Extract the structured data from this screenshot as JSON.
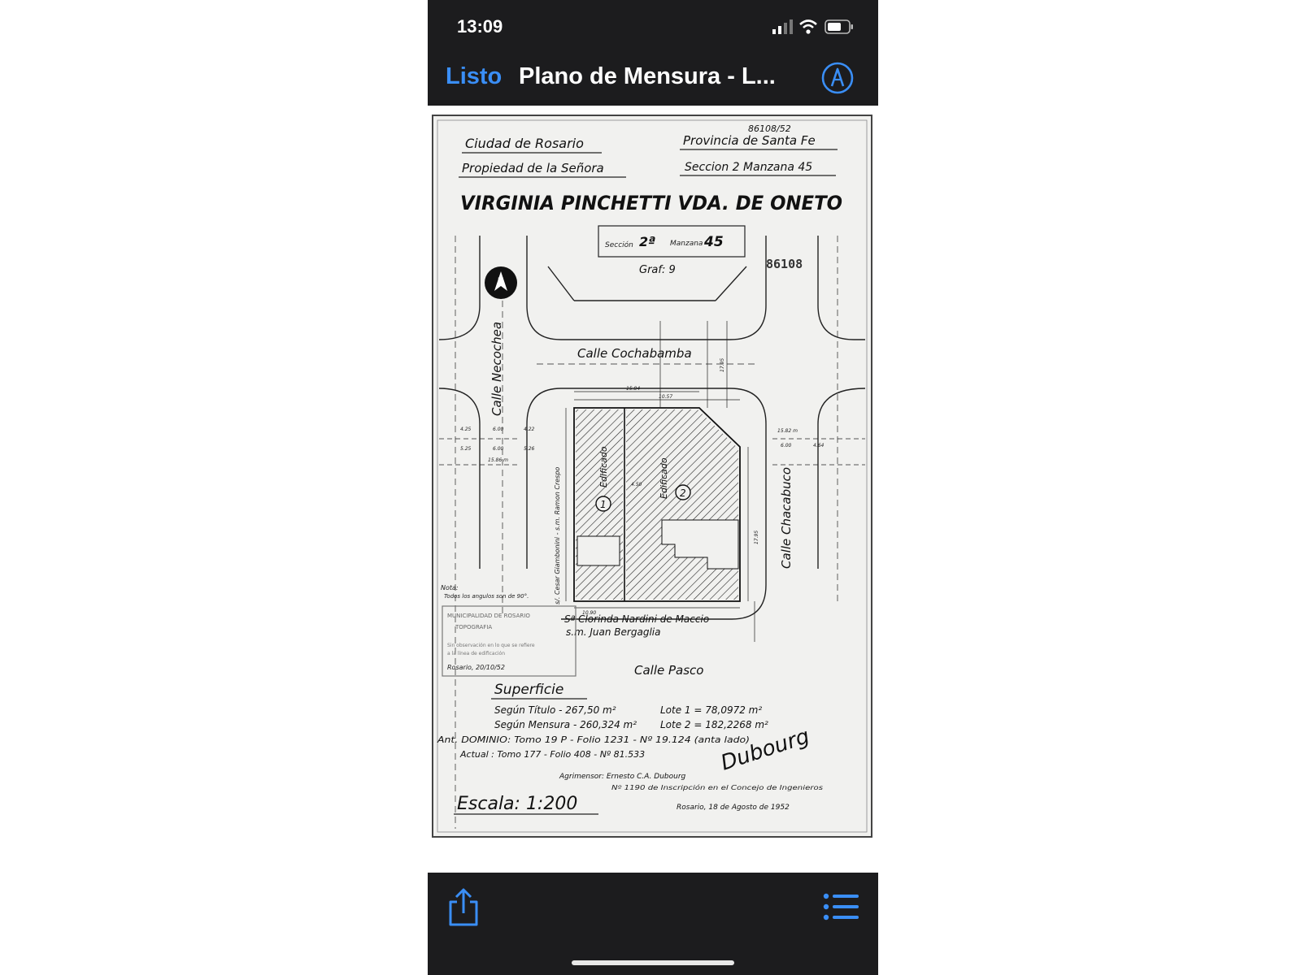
{
  "status": {
    "time": "13:09"
  },
  "nav": {
    "done_label": "Listo",
    "title": "Plano de Mensura - L..."
  },
  "icons": {
    "signal": "cellular-signal-icon",
    "wifi": "wifi-icon",
    "battery": "battery-icon",
    "markup": "markup-pen-icon",
    "share": "share-icon",
    "list": "list-icon",
    "north": "north-arrow-icon"
  },
  "colors": {
    "accent": "#3a8ef6",
    "bar": "#1c1c1e"
  },
  "doc": {
    "number_top": "86108/52",
    "city": "Ciudad de Rosario",
    "province": "Provincia de Santa Fe",
    "owner_label": "Propiedad de la Señora",
    "section_block": "Seccion 2  Manzana 45",
    "owner_name": "VIRGINIA PINCHETTI VDA. DE ONETO",
    "box_seccion": "Sección",
    "box_sec_val": "2ª",
    "box_manzana": "Manzana",
    "box_manz_val": "45",
    "graf": "Graf: 9",
    "stamp_num": "86108",
    "street_top": "Calle Cochabamba",
    "street_left": "Calle Necochea",
    "street_right": "Calle Chacabuco",
    "street_bottom": "Calle Pasco",
    "lot1_num": "1",
    "lot2_num": "2",
    "edificado": "Edificado",
    "neighbor_left": "s/. Cesar Giambonini - s.m. Ramon Crespo",
    "neighbor_bottom_1": "Sª Clorinda Nardini de Maccio",
    "neighbor_bottom_2": "s.m. Juan Bergaglia",
    "nota_1": "Nota:",
    "nota_2": "Todos los angulos son de 90°.",
    "muni_1": "MUNICIPALIDAD DE ROSARIO",
    "muni_2": "TOPOGRAFIA",
    "muni_3": "Sin observación en lo que se refiere",
    "muni_4": "a la línea de edificación",
    "muni_5": "Rosario, 20/10/52",
    "superficie": "Superficie",
    "sup_titulo": "Según Título - 267,50 m²",
    "sup_mensura": "Según Mensura - 260,324 m²",
    "lote1": "Lote 1 = 78,0972 m²",
    "lote2": "Lote 2 = 182,2268 m²",
    "dominio": "Ant. DOMINIO: Tomo 19 P - Folio 1231 - Nº 19.124 (anta lado)",
    "actual": "Actual : Tomo 177 - Folio 408 - Nº 81.533",
    "agrimensor": "Agrimensor: Ernesto C.A. Dubourg",
    "inscripcion": "Nº 1190 de Inscripción en el Concejo de Ingenieros",
    "fecha": "Rosario, 18 de Agosto de 1952",
    "signature": "Dubourg",
    "escala": "Escala: 1:200",
    "dims": {
      "d1": "4.25",
      "d2": "6.00",
      "d3": "4.22",
      "d4": "5.25",
      "d5": "6.00",
      "d6": "5.26",
      "d7": "15.86 m",
      "d8": "15.84",
      "d9": "10.57",
      "d10": "17.95",
      "d11": "4.50",
      "d12": "15.82 m",
      "d13": "6.00",
      "d14": "4.64",
      "d15": "17.95",
      "d16": "10.90"
    }
  }
}
